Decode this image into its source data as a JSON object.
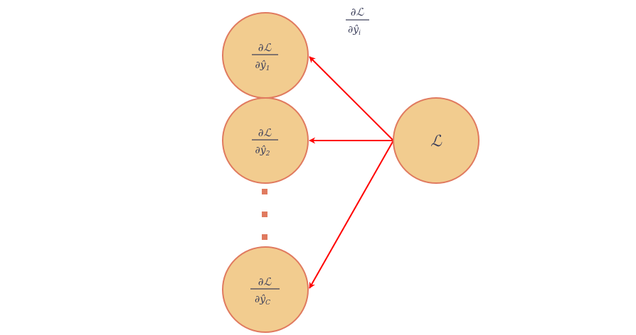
{
  "edge_label": {
    "numerator": "∂ℒ",
    "denominator": "∂ŷ",
    "subscript": "i"
  },
  "output_nodes": [
    {
      "numerator": "∂ℒ",
      "denominator": "∂ŷ",
      "subscript": "1"
    },
    {
      "numerator": "∂ℒ",
      "denominator": "∂ŷ",
      "subscript": "2"
    },
    {
      "numerator": "∂ℒ",
      "denominator": "∂ŷ",
      "subscript": "C"
    }
  ],
  "loss_node": {
    "label": "ℒ"
  },
  "colors": {
    "node_fill": "#F2CC8F",
    "node_stroke": "#E07A5F",
    "text": "#3D405B",
    "arrow": "#FF0000"
  }
}
